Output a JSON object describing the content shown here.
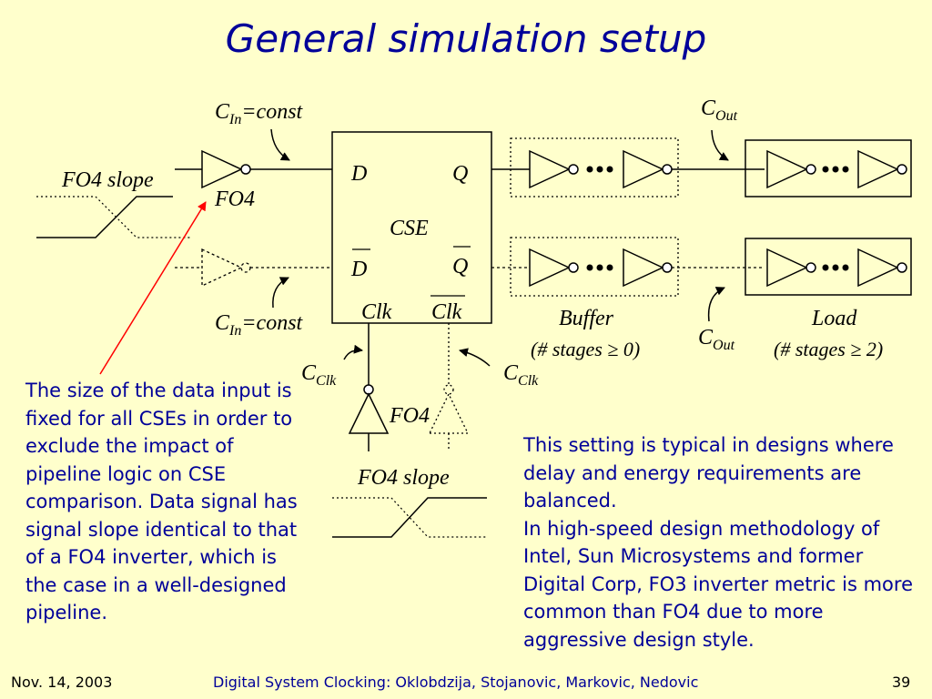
{
  "title": "General simulation setup",
  "diagram": {
    "cin_top": {
      "c": "C",
      "sub": "In",
      "rest": "=const"
    },
    "cin_bottom": {
      "c": "C",
      "sub": "In",
      "rest": "=const"
    },
    "fo4_slope_left": "FO4 slope",
    "fo4_input": "FO4",
    "cse": {
      "d": "D",
      "q": "Q",
      "name": "CSE",
      "dbar": "D",
      "qbar": "Q",
      "clk": "Clk",
      "clkbar": "Clk"
    },
    "cout_top": {
      "c": "C",
      "sub": "Out"
    },
    "cout_mid": {
      "c": "C",
      "sub": "Out"
    },
    "buffer_label": "Buffer",
    "buffer_stages": "(# stages ≥ 0)",
    "load_label": "Load",
    "load_stages": "(# stages ≥ 2)",
    "cclk_left": {
      "c": "C",
      "sub": "Clk"
    },
    "cclk_right": {
      "c": "C",
      "sub": "Clk"
    },
    "fo4_clock": "FO4",
    "fo4_slope_bottom": "FO4 slope",
    "colors": {
      "arrow": "#FF0000",
      "text_blue": "#000099",
      "background": "#FFFFCC"
    }
  },
  "notes": {
    "left": "The size of the data input is fixed for all CSEs in order to exclude the impact of pipeline logic on CSE comparison. Data signal has signal slope identical to that of a FO4 inverter, which is the case in a well-designed pipeline.",
    "right_1": "This setting is typical in designs where delay and energy requirements are balanced.",
    "right_2": "In high-speed design methodology of Intel, Sun Microsystems and former Digital Corp, FO3 inverter metric is more common than FO4 due to more aggressive design style."
  },
  "footer": {
    "date": "Nov. 14, 2003",
    "title": "Digital System Clocking: Oklobdzija, Stojanovic, Markovic, Nedovic",
    "page": "39"
  }
}
